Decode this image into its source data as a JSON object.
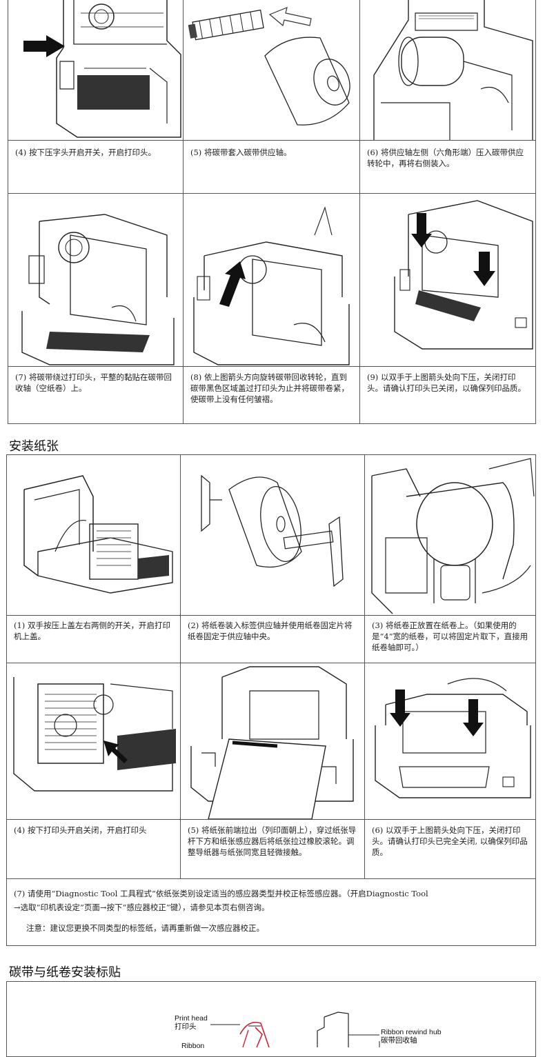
{
  "ribbon_steps": [
    {
      "id": "4",
      "text": "(4) 按下压字头开启开关，开启打印头。"
    },
    {
      "id": "5",
      "text": "(5) 将碳带套入碳带供应轴。"
    },
    {
      "id": "6",
      "text": "(6) 将供应轴左侧（六角形端）压入碳带供应转轮中，再将右侧装入。"
    },
    {
      "id": "7",
      "text": "(7) 将碳带绕过打印头，平整的黏贴在碳带回收轴（空纸卷）上。"
    },
    {
      "id": "8",
      "text": "(8) 依上图箭头方向旋转碳带回收转轮，直到碳带黑色区域盖过打印头为止并将碳带卷紧，使碳带上没有任何皱褶。"
    },
    {
      "id": "9",
      "text": "(9) 以双手于上图箭头处向下压，关闭打印头。请确认打印头已关闭，以确保列印品质。"
    }
  ],
  "paper_section": {
    "title": "安装纸张",
    "steps": [
      {
        "id": "1",
        "text": "(1) 双手按压上盖左右两侧的开关，开启打印机上盖。"
      },
      {
        "id": "2",
        "text": "(2) 将纸卷装入标签供应轴并使用纸卷固定片将纸卷固定于供应轴中央。"
      },
      {
        "id": "3",
        "text": "(3) 将纸卷正放置在纸卷上。（如果使用的是“4”宽的纸卷，可以将固定片取下，直接用纸卷轴即可。）"
      },
      {
        "id": "4",
        "text": "(4) 按下打印头开启关闭，开启打印头"
      },
      {
        "id": "5",
        "text": "(5) 将纸张前端拉出（列印面朝上），穿过纸张导杆下方和纸张感应器后将纸张拉过橡胶滚轮。调整导纸器与纸张同宽且轻微接触。"
      },
      {
        "id": "6",
        "text": "(6) 以双手于上图箭头处向下压，关闭打印头。请确认打印头已完全关闭, 以确保列印品质。"
      }
    ],
    "note_line1": "(7) 请使用“Diagnostic Tool 工具程式”依纸张类别设定适当的感应器类型并校正标签感应器。（开启Diagnostic Tool",
    "note_line2": "→选取“印机表设定”页面→按下“感应器校正”键），请参见本页右侧咨询。",
    "note_tip": "注意：建议您更换不同类型的标签纸，请再重新做一次感应器校正。"
  },
  "sticker_section": {
    "title": "碳带与纸卷安装标贴",
    "labels": {
      "print_head_en": "Print head",
      "print_head_cn": "打印头",
      "ribbon_en": "Ribbon",
      "rewind_en": "Ribbon rewind hub",
      "rewind_cn": "碳带回收轴"
    }
  }
}
